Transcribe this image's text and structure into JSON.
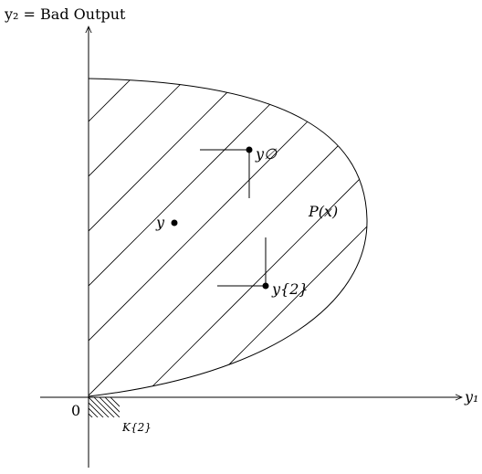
{
  "labels": {
    "y_axis": "y₂ = Bad Output",
    "x_axis": "y₁",
    "origin": "0",
    "set_p": "P(x)",
    "point_y": "y",
    "point_empty": "y∅",
    "point_two": "y{2}",
    "cone": "K{2}"
  }
}
